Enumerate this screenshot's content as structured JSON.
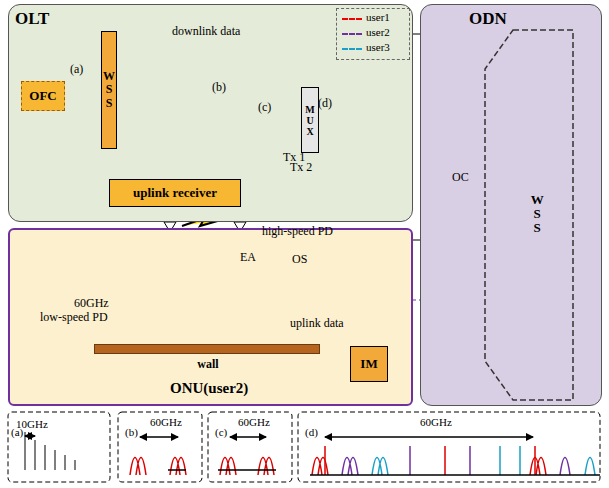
{
  "diagram": {
    "nodes": [
      {
        "text": [
          "OLT"
        ]
      },
      {
        "text": [
          "OFC"
        ],
        "in": 0
      },
      {
        "text": [
          "WSS"
        ],
        "in": 0
      },
      {
        "text": [
          "MUX"
        ],
        "in": 0
      },
      {
        "text": [
          "uplink receiver"
        ],
        "in": 0
      },
      {
        "text": [
          "ODN"
        ]
      },
      {
        "text": [
          "WSS"
        ],
        "in": 5
      },
      {
        "text": [
          "ONU(user2)"
        ]
      },
      {
        "text": [
          "wall"
        ],
        "in": 7
      },
      {
        "text": [
          "IM"
        ],
        "in": 7
      }
    ],
    "edges": [
      {
        "from": 1,
        "to": 2,
        "arrow": "to"
      }
    ],
    "labels": [
      "(a)",
      "(b)",
      "(c)",
      "(d)",
      "downlink data",
      "Tx 1",
      "Tx 2",
      "OC",
      "60GHz",
      "EA",
      "high-speed PD",
      "OS",
      "low-speed PD",
      "uplink data",
      "10GHz",
      "(a)",
      "60GHz",
      "(b)",
      "60GHz",
      "(c)",
      "60GHz",
      "(d)"
    ],
    "legend": [
      {
        "text": "user1"
      },
      {
        "text": "user2"
      },
      {
        "text": "user3"
      }
    ]
  }
}
